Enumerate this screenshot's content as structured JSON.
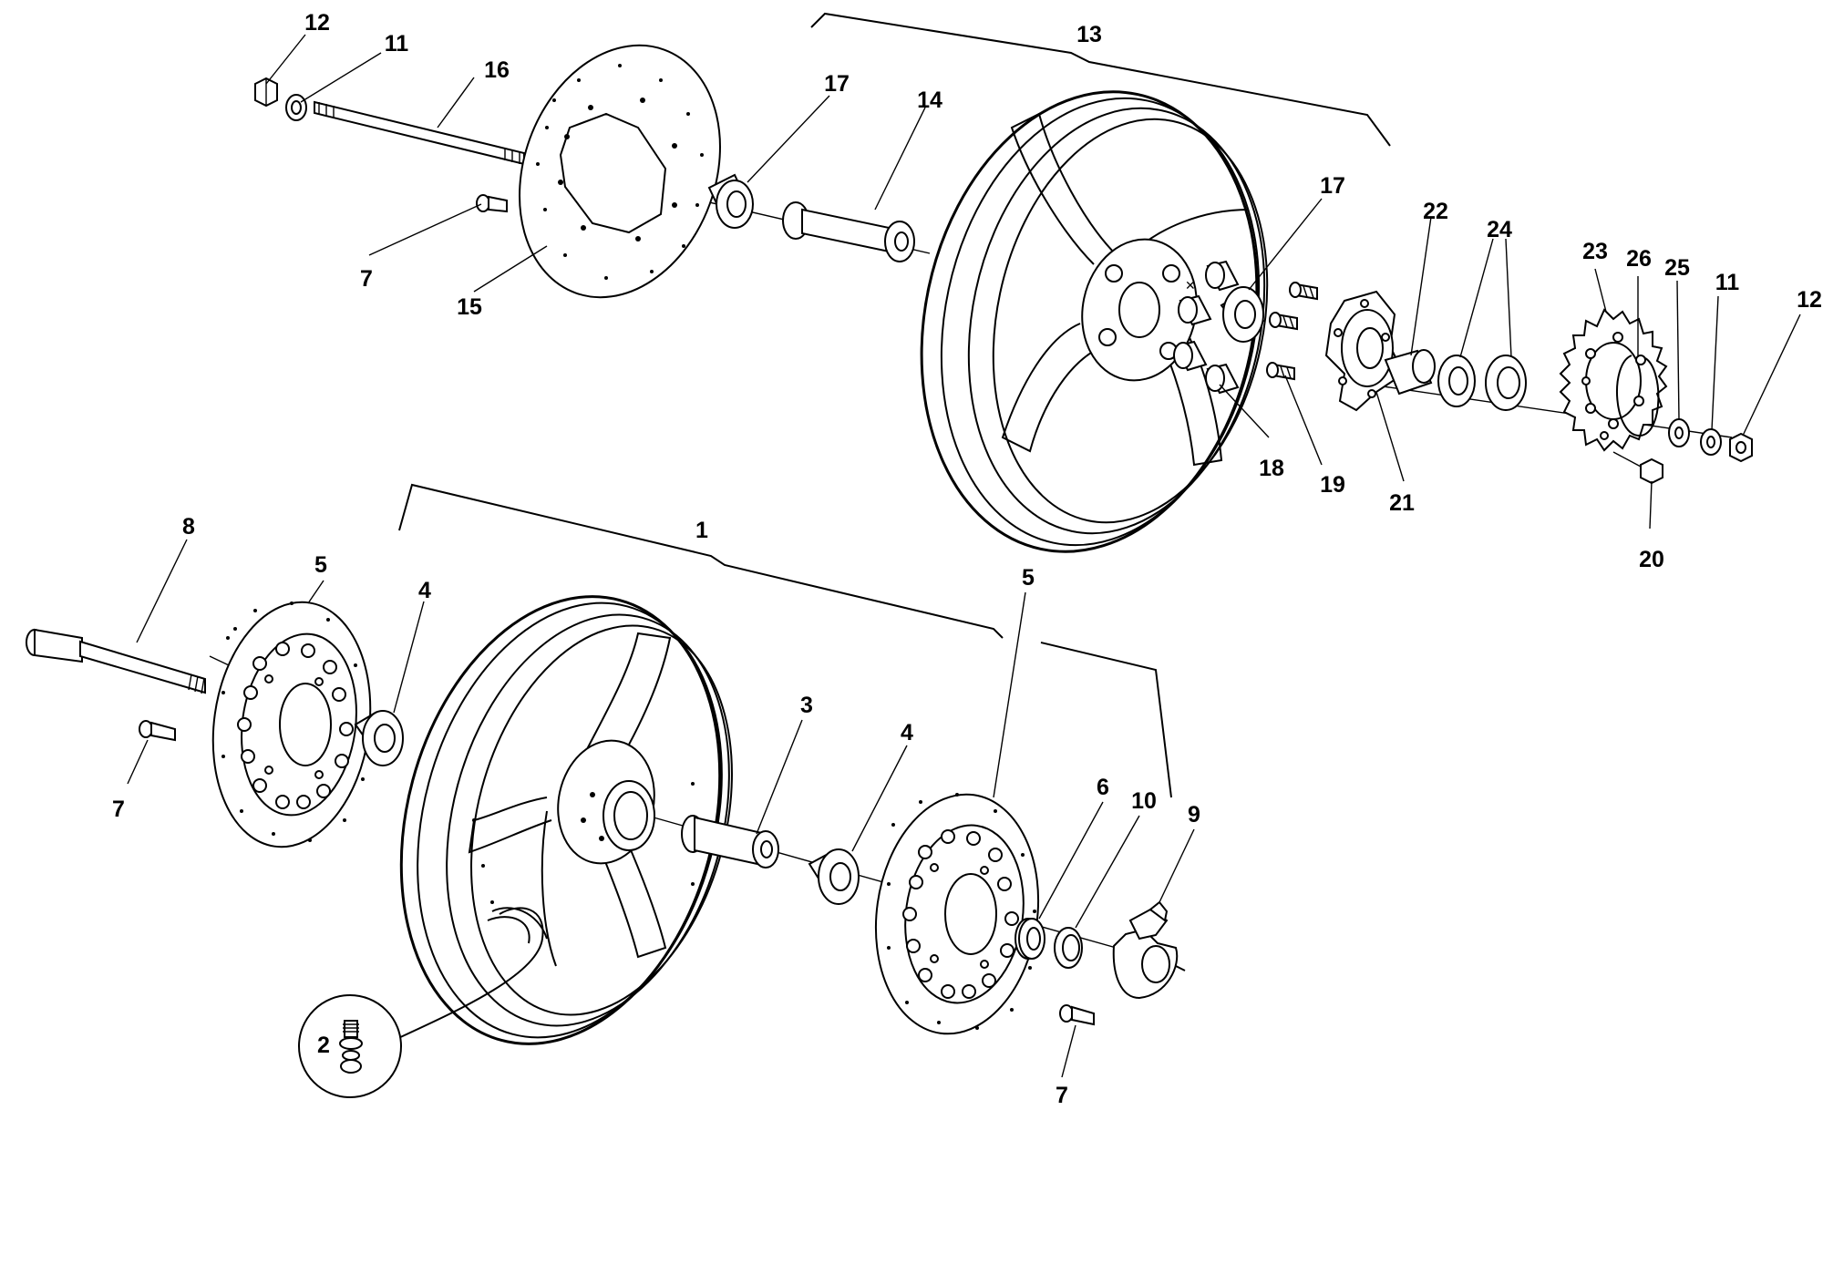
{
  "labels": {
    "l1": "1",
    "l2": "2",
    "l3": "3",
    "l4a": "4",
    "l4b": "4",
    "l5a": "5",
    "l5b": "5",
    "l6": "6",
    "l7a": "7",
    "l7b": "7",
    "l7c": "7",
    "l8": "8",
    "l9": "9",
    "l10": "10",
    "l11a": "11",
    "l11b": "11",
    "l12a": "12",
    "l12b": "12",
    "l13": "13",
    "l14": "14",
    "l15": "15",
    "l16": "16",
    "l17a": "17",
    "l17b": "17",
    "l18": "18",
    "l19": "19",
    "l20": "20",
    "l21": "21",
    "l22": "22",
    "l23": "23",
    "l24": "24",
    "l25": "25",
    "l26": "26"
  }
}
